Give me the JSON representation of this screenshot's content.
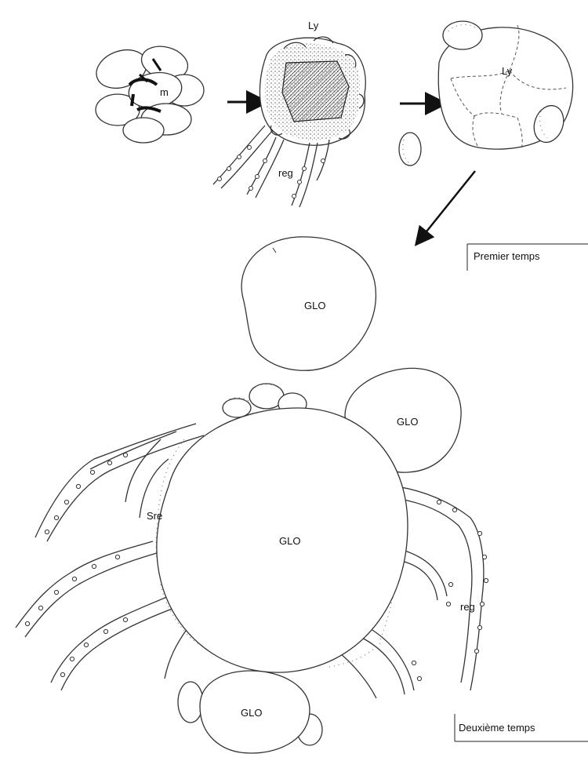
{
  "labels": {
    "m": "m",
    "ly_top": "Ly",
    "reg_top": "reg",
    "ly_right": "Ly",
    "glo_top": "GLO",
    "glo_upper_right": "GLO",
    "sre": "Sre",
    "glo_center": "GLO",
    "reg_right": "reg",
    "glo_bottom": "GLO"
  },
  "stages": {
    "first": "Premier temps",
    "second": "Deuxième temps"
  },
  "colors": {
    "ink": "#333333",
    "background": "#ffffff"
  }
}
